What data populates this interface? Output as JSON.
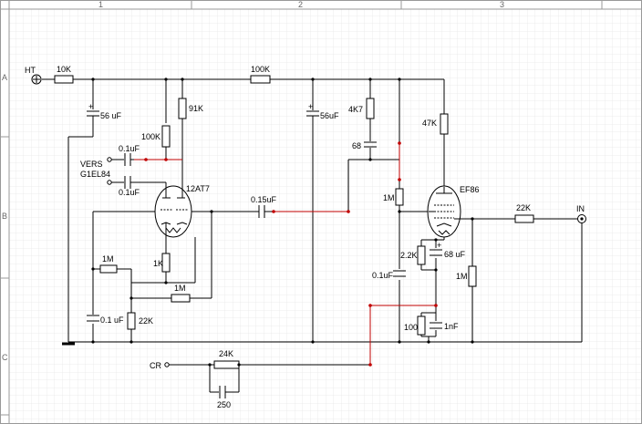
{
  "frame": {
    "cols": [
      "1",
      "2",
      "3"
    ],
    "rows": [
      "A",
      "B",
      "C"
    ]
  },
  "terminals": {
    "ht": "HT",
    "in": "IN",
    "cr": "CR",
    "vers_line1": "VERS",
    "vers_line2": "G1EL84"
  },
  "tubes": {
    "v1": "12AT7",
    "v2": "EF86"
  },
  "components": {
    "r_ht": "10K",
    "c_filter1": "56 uF",
    "r_top": "100K",
    "c_filter2": "56uF",
    "r_91k": "91K",
    "r_100k_plate": "100K",
    "c_out1": "0.1uF",
    "c_out2": "0.1uF",
    "r_4k7": "4K7",
    "c_68": "68",
    "r_47k": "47K",
    "c_coupling": "0.15uF",
    "r_grid_1m": "1M",
    "r_in_22k": "22K",
    "r_cath_1k": "1K",
    "r_fb_1m_a": "1M",
    "r_fb_1m_b": "1M",
    "c_bypass1": "0.1 uF",
    "r_22k_bottom": "22K",
    "r_cath_2k2": "2.2K",
    "c_cath_68uf": "68 uF",
    "c_screen": "0.1uF",
    "r_in_1m": "1M",
    "r_100": "100",
    "c_1nf": "1nF",
    "r_24k": "24K",
    "c_250": "250"
  }
}
